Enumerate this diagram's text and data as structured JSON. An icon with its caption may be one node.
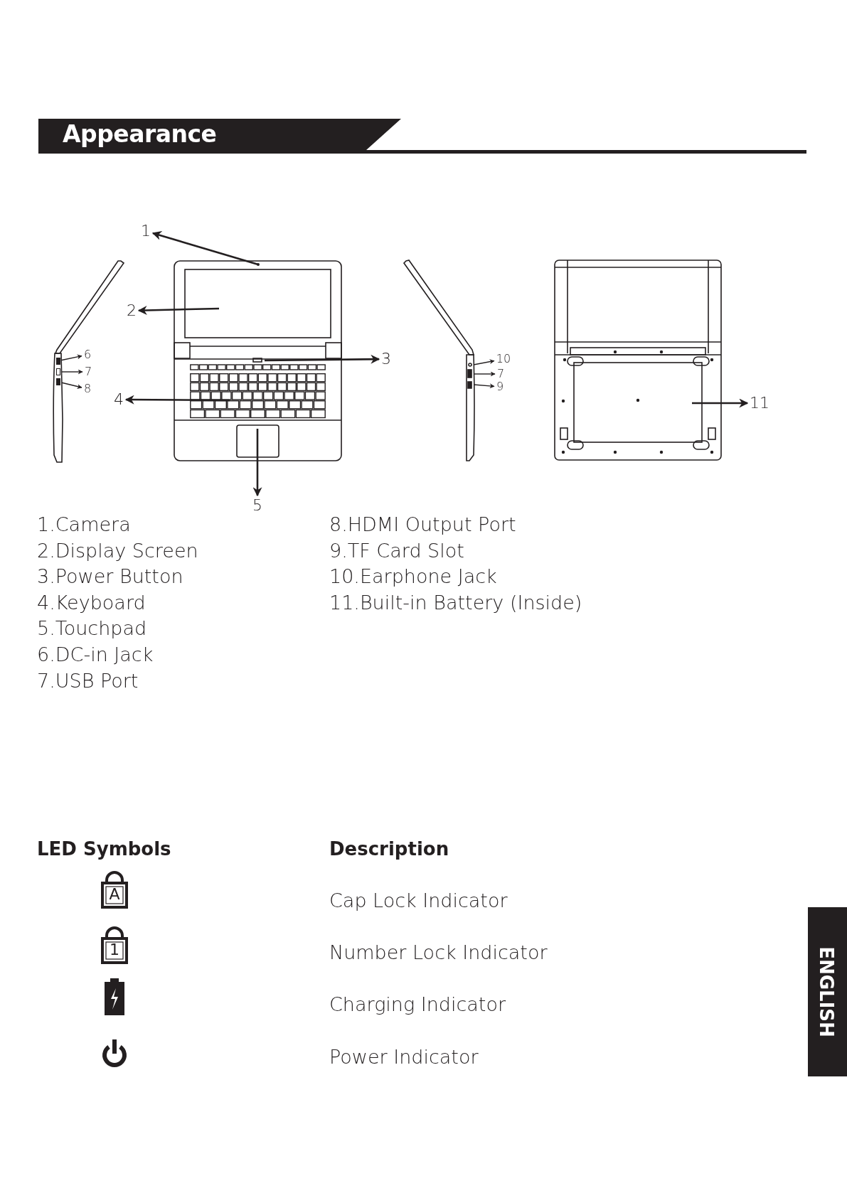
{
  "diagram": {
    "title": "Appearance",
    "nodes": [
      {
        "text": [
          "1"
        ]
      },
      {
        "text": [
          "2"
        ]
      },
      {
        "text": [
          "3"
        ]
      },
      {
        "text": [
          "4"
        ]
      },
      {
        "text": [
          "5"
        ]
      },
      {
        "text": [
          "6"
        ]
      },
      {
        "text": [
          "7"
        ]
      },
      {
        "text": [
          "8"
        ]
      },
      {
        "text": [
          "10"
        ]
      },
      {
        "text": [
          "7"
        ]
      },
      {
        "text": [
          "9"
        ]
      },
      {
        "text": [
          "11"
        ]
      },
      {
        "text": [],
        "shape": "box"
      },
      {
        "text": [],
        "shape": "box"
      },
      {
        "text": [],
        "shape": "box"
      }
    ],
    "edges": [
      {
        "from": null,
        "to": 0,
        "arrow": "to"
      },
      {
        "from": null,
        "to": 1,
        "arrow": "to"
      },
      {
        "from": null,
        "to": 2,
        "arrow": "to"
      },
      {
        "from": null,
        "to": 3,
        "arrow": "to"
      },
      {
        "from": null,
        "to": 4,
        "arrow": "to"
      },
      {
        "from": 12,
        "to": 5,
        "arrow": "to"
      },
      {
        "from": 13,
        "to": 6,
        "arrow": "to"
      },
      {
        "from": 14,
        "to": 7,
        "arrow": "to"
      },
      {
        "from": null,
        "to": 8,
        "arrow": "to"
      },
      {
        "from": null,
        "to": 9,
        "arrow": "to"
      },
      {
        "from": null,
        "to": 10,
        "arrow": "to"
      },
      {
        "from": null,
        "to": 11,
        "arrow": "to"
      }
    ],
    "labels": [
      "1.Camera",
      "2.Display Screen",
      "3.Power Button",
      "4.Keyboard",
      "5.Touchpad",
      "6.DC-in Jack",
      "7.USB Port",
      "8.HDMI Output Port",
      "9.TF Card Slot",
      "10.Earphone Jack",
      "11.Built-in Battery (Inside)",
      "LED Symbols",
      "Description",
      "A",
      "Cap Lock Indicator",
      "1",
      "Number Lock Indicator",
      "Charging Indicator",
      "Power Indicator",
      "ENGLISH"
    ]
  }
}
